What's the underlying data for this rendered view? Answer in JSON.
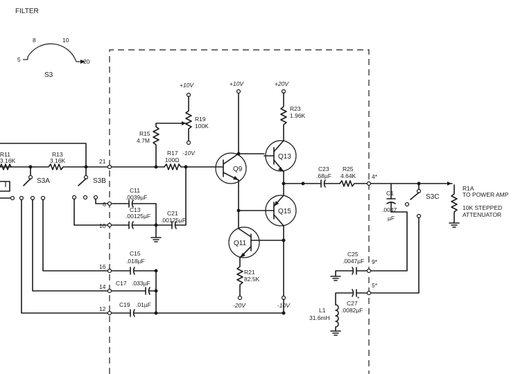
{
  "filter": {
    "title": "FILTER",
    "switch_label": "S3",
    "positions": [
      "5",
      "8",
      "10",
      "20"
    ]
  },
  "transistors": {
    "q9": "Q9",
    "q11": "Q11",
    "q13": "Q13",
    "q15": "Q15"
  },
  "resistors": {
    "r11_label": "R11",
    "r11_value": "3.16K",
    "r13_label": "R13",
    "r13_value": "3.16K",
    "r15_label": "R15",
    "r15_value": "4.7M",
    "r17_label": "R17",
    "r17_value": "100Ω",
    "r19_label": "R19",
    "r19_value": "100K",
    "r21_label": "R21",
    "r21_value": "82.5K",
    "r23_label": "R23",
    "r23_value": "1.96K",
    "r25_label": "R25",
    "r25_value": "4.64K"
  },
  "capacitors": {
    "c1_label": "C1",
    "c1_value_a": ".0047",
    "c1_value_b": "µF",
    "c11_label": "C11",
    "c11_value": ".0039µF",
    "c13_label": "C13",
    "c13_value": ".00125µF",
    "c15_label": "C15",
    "c15_value": ".018µF",
    "c17_label": "C17",
    "c17_value": ".033µF",
    "c19_label": "C19",
    "c19_value": ".01µF",
    "c21_label": "C21",
    "c21_value": ".00125µF",
    "c23_label": "C23",
    "c23_value": ".68µF",
    "c25_label": "C25",
    "c25_value": ".0047µF",
    "c27_label": "C27",
    "c27_star": "*",
    "c27_value": ".0082µF"
  },
  "inductor": {
    "label": "L1",
    "value": "31.6mH"
  },
  "switches": {
    "s3a": "S3A",
    "s3b": "S3B",
    "s3c": "S3C"
  },
  "supplies": {
    "plus10_a": "+10V",
    "plus10_b": "+10V",
    "plus20": "+20V",
    "minus10_a": "-10V",
    "minus10_b": "-10V",
    "minus20": "-20V"
  },
  "terminals": {
    "t21": "21",
    "t6": "6",
    "t10": "10",
    "t16": "16",
    "t14": "14",
    "t12": "12",
    "t4": "4*",
    "t9": "9*",
    "t5": "5*"
  },
  "output": {
    "r1a": "R1A",
    "to_amp": "TO POWER AMP",
    "atten_1": "10K STEPPED",
    "atten_2": "ATTENUATOR"
  }
}
